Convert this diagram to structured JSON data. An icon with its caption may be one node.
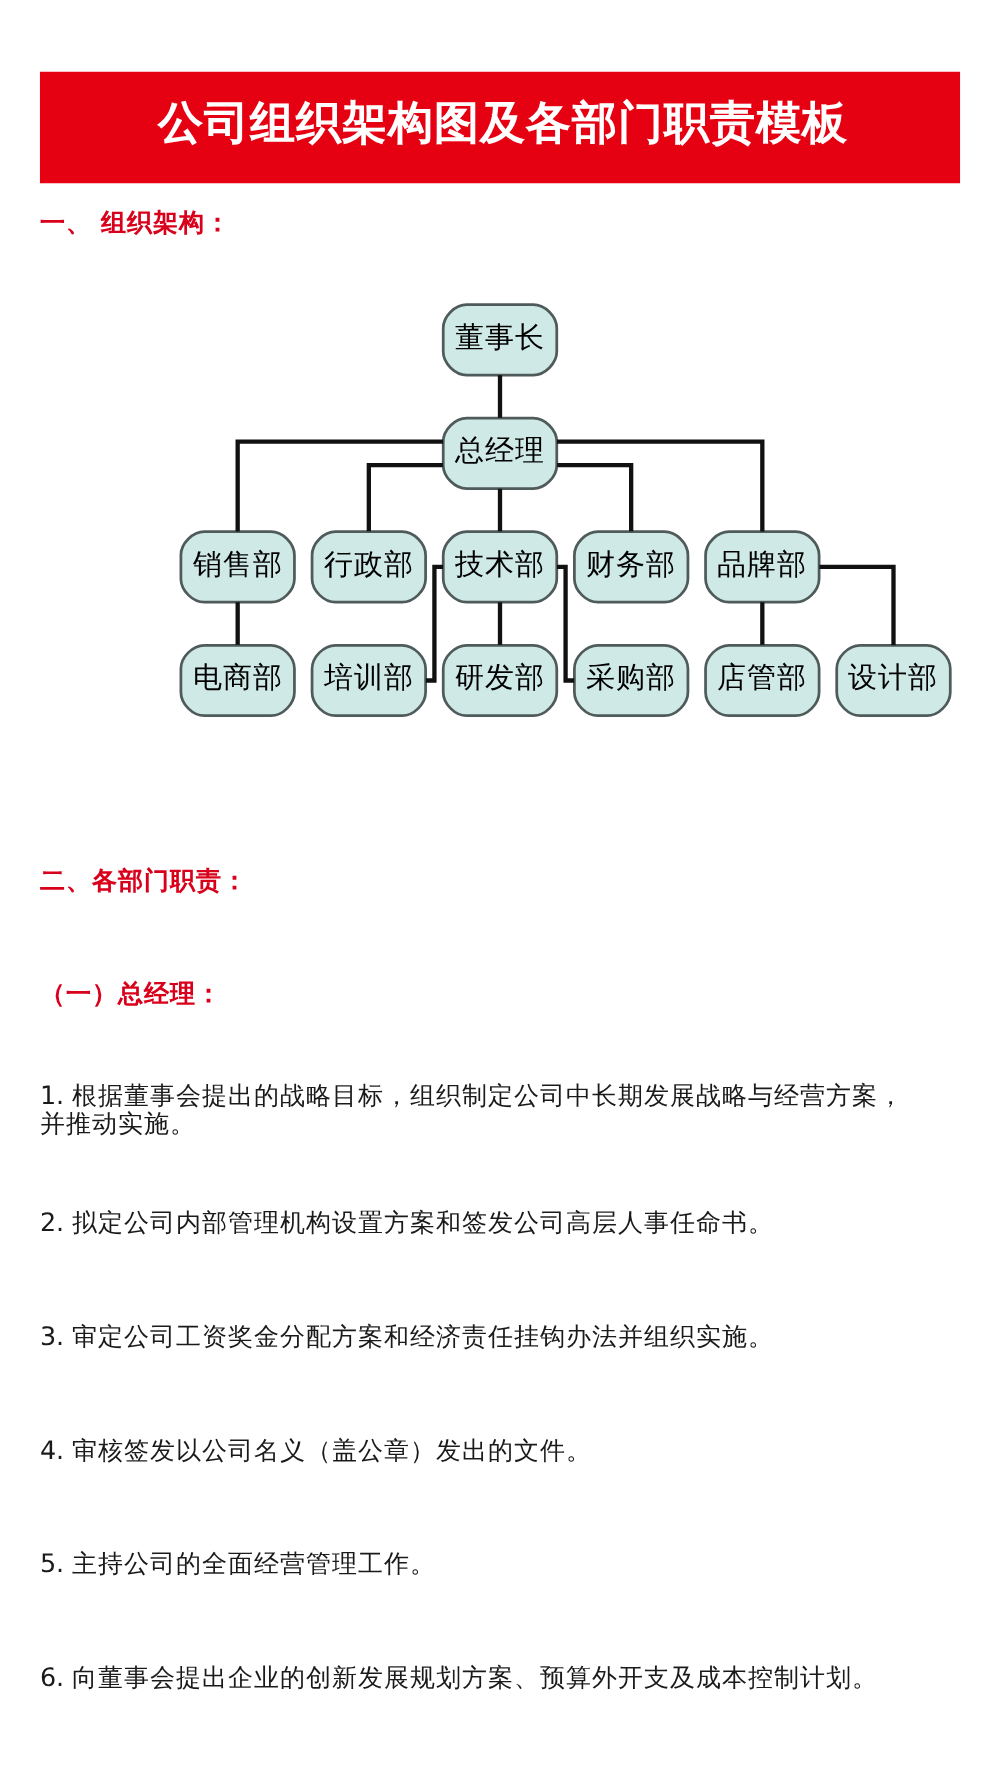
{
  "diagram": {
    "title": "公司组织架构图及各部门职责模板",
    "nodes": [
      {
        "text": [
          "董事长"
        ]
      },
      {
        "text": [
          "总经理"
        ]
      },
      {
        "text": [
          "销售部"
        ]
      },
      {
        "text": [
          "行政部"
        ]
      },
      {
        "text": [
          "技术部"
        ]
      },
      {
        "text": [
          "财务部"
        ]
      },
      {
        "text": [
          "品牌部"
        ]
      },
      {
        "text": [
          "电商部"
        ]
      },
      {
        "text": [
          "培训部"
        ]
      },
      {
        "text": [
          "研发部"
        ]
      },
      {
        "text": [
          "采购部"
        ]
      },
      {
        "text": [
          "店管部"
        ]
      },
      {
        "text": [
          "设计部"
        ]
      }
    ],
    "edges": [
      {
        "from": 0,
        "to": 1,
        "arrow": "none"
      },
      {
        "from": 1,
        "to": 2,
        "arrow": "none"
      },
      {
        "from": 1,
        "to": 3,
        "arrow": "none"
      },
      {
        "from": 1,
        "to": 4,
        "arrow": "none"
      },
      {
        "from": 1,
        "to": 5,
        "arrow": "none"
      },
      {
        "from": 1,
        "to": 6,
        "arrow": "none"
      },
      {
        "from": 2,
        "to": 7,
        "arrow": "none"
      },
      {
        "from": 4,
        "to": 8,
        "arrow": "none"
      },
      {
        "from": 4,
        "to": 9,
        "arrow": "none"
      },
      {
        "from": 4,
        "to": 10,
        "arrow": "none"
      },
      {
        "from": 6,
        "to": 11,
        "arrow": "none"
      },
      {
        "from": 6,
        "to": 12,
        "arrow": "none"
      }
    ],
    "labels": [
      "一、 组织架构：",
      "二、各部门职责：",
      "（一）总经理：",
      "1. 根据董事会提出的战略目标，组织制定公司中长期发展战略与经营方案，并推动实施。",
      "2. 拟定公司内部管理机构设置方案和签发公司高层人事任命书。",
      "3. 审定公司工资奖金分配方案和经济责任挂钩办法并组织实施。",
      "4. 审核签发以公司名义（盖公章）发出的文件。",
      "5. 主持公司的全面经营管理工作。",
      "6. 向董事会提出企业的创新发展规划方案、预算外开支及成本控制计划。"
    ]
  }
}
